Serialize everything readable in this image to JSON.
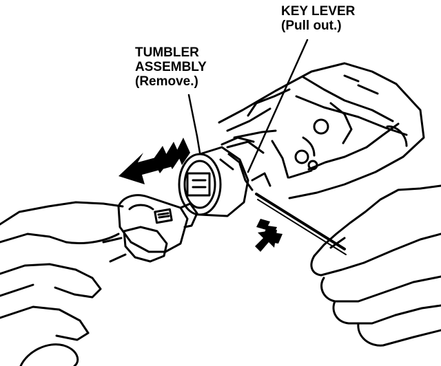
{
  "labels": {
    "key_lever": {
      "line1": "KEY LEVER",
      "line2": "(Pull out.)"
    },
    "tumbler_assembly": {
      "line1": "TUMBLER",
      "line2": "ASSEMBLY",
      "line3": "(Remove.)"
    }
  },
  "colors": {
    "ink": "#000000",
    "paper": "#ffffff"
  }
}
